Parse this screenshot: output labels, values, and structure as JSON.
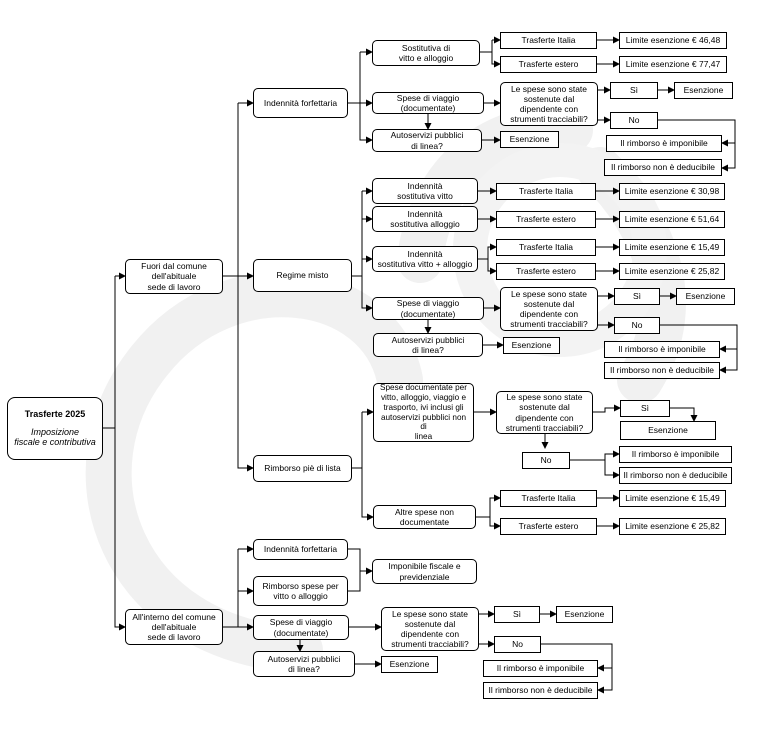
{
  "root": {
    "title": "Trasferte 2025",
    "subtitle": "Imposizione\nfiscale e contributiva"
  },
  "nodes": {
    "fuori": "Fuori dal comune\ndell'abituale\nsede di lavoro",
    "interno": "All'interno del comune\ndell'abituale\nsede di lavoro",
    "forf": "Indennità forfettaria",
    "misto": "Regime misto",
    "pie": "Rimborso piè di lista",
    "a_vitto": "Sostitutiva di\nvitto e alloggio",
    "a_italia": "Trasferte Italia",
    "a_estero": "Trasferte estero",
    "a_lim_it": "Limite esenzione € 46,48",
    "a_lim_es": "Limite esenzione € 77,47",
    "a_spese": "Spese di viaggio\n(documentate)",
    "a_q": "Le spese sono state\nsostenute dal\ndipendente con\nstrumenti tracciabili?",
    "a_si": "Sì",
    "a_esenz_si": "Esenzione",
    "a_no": "No",
    "a_imp": "Il rimborso è imponibile",
    "a_ded": "Il rimborso non è deducibile",
    "a_auto": "Autoservizi pubblici\ndi linea?",
    "a_esenz_auto": "Esenzione",
    "b_vitto": "Indennità\nsostitutiva vitto",
    "b_all": "Indennità\nsostitutiva alloggio",
    "b_va": "Indennità\nsostitutiva vitto + alloggio",
    "b_it1": "Trasferte Italia",
    "b_lim1": "Limite esenzione € 30,98",
    "b_es1": "Trasferte estero",
    "b_lim2": "Limite esenzione € 51,64",
    "b_it2": "Trasferte Italia",
    "b_lim3": "Limite esenzione € 15,49",
    "b_es2": "Trasferte estero",
    "b_lim4": "Limite esenzione € 25,82",
    "b_spese": "Spese di viaggio\n(documentate)",
    "b_q": "Le spese sono state\nsostenute dal\ndipendente con\nstrumenti tracciabili?",
    "b_si": "Sì",
    "b_esenz_si": "Esenzione",
    "b_no": "No",
    "b_imp": "Il rimborso è imponibile",
    "b_ded": "Il rimborso non è deducibile",
    "b_auto": "Autoservizi pubblici\ndi linea?",
    "b_esenz_auto": "Esenzione",
    "c_doc": "Spese documentate per\nvitto, alloggio, viaggio e\ntrasporto, ivi inclusi gli\nautoservizi pubblici non di\nlinea",
    "c_q": "Le spese sono state\nsostenute dal\ndipendente con\nstrumenti tracciabili?",
    "c_si": "Sì",
    "c_esenz": "Esenzione",
    "c_no": "No",
    "c_imp": "Il rimborso è imponibile",
    "c_ded": "Il rimborso non è deducibile",
    "c_altre": "Altre spese non\ndocumentate",
    "c_it": "Trasferte Italia",
    "c_es": "Trasferte estero",
    "c_lim1": "Limite esenzione € 15,49",
    "c_lim2": "Limite esenzione € 25,82",
    "d_forf": "Indennità forfettaria",
    "d_rimb": "Rimborso spese per\nvitto o alloggio",
    "d_imp": "Imponibile fiscale e\nprevidenziale",
    "d_spese": "Spese di viaggio\n(documentate)",
    "d_q": "Le spese sono state\nsostenute dal\ndipendente con\nstrumenti tracciabili?",
    "d_si": "Sì",
    "d_esenz_si": "Esenzione",
    "d_no": "No",
    "d_imp2": "Il rimborso è imponibile",
    "d_ded": "Il rimborso non è deducibile",
    "d_auto": "Autoservizi pubblici\ndi linea?",
    "d_esenz_auto": "Esenzione"
  }
}
